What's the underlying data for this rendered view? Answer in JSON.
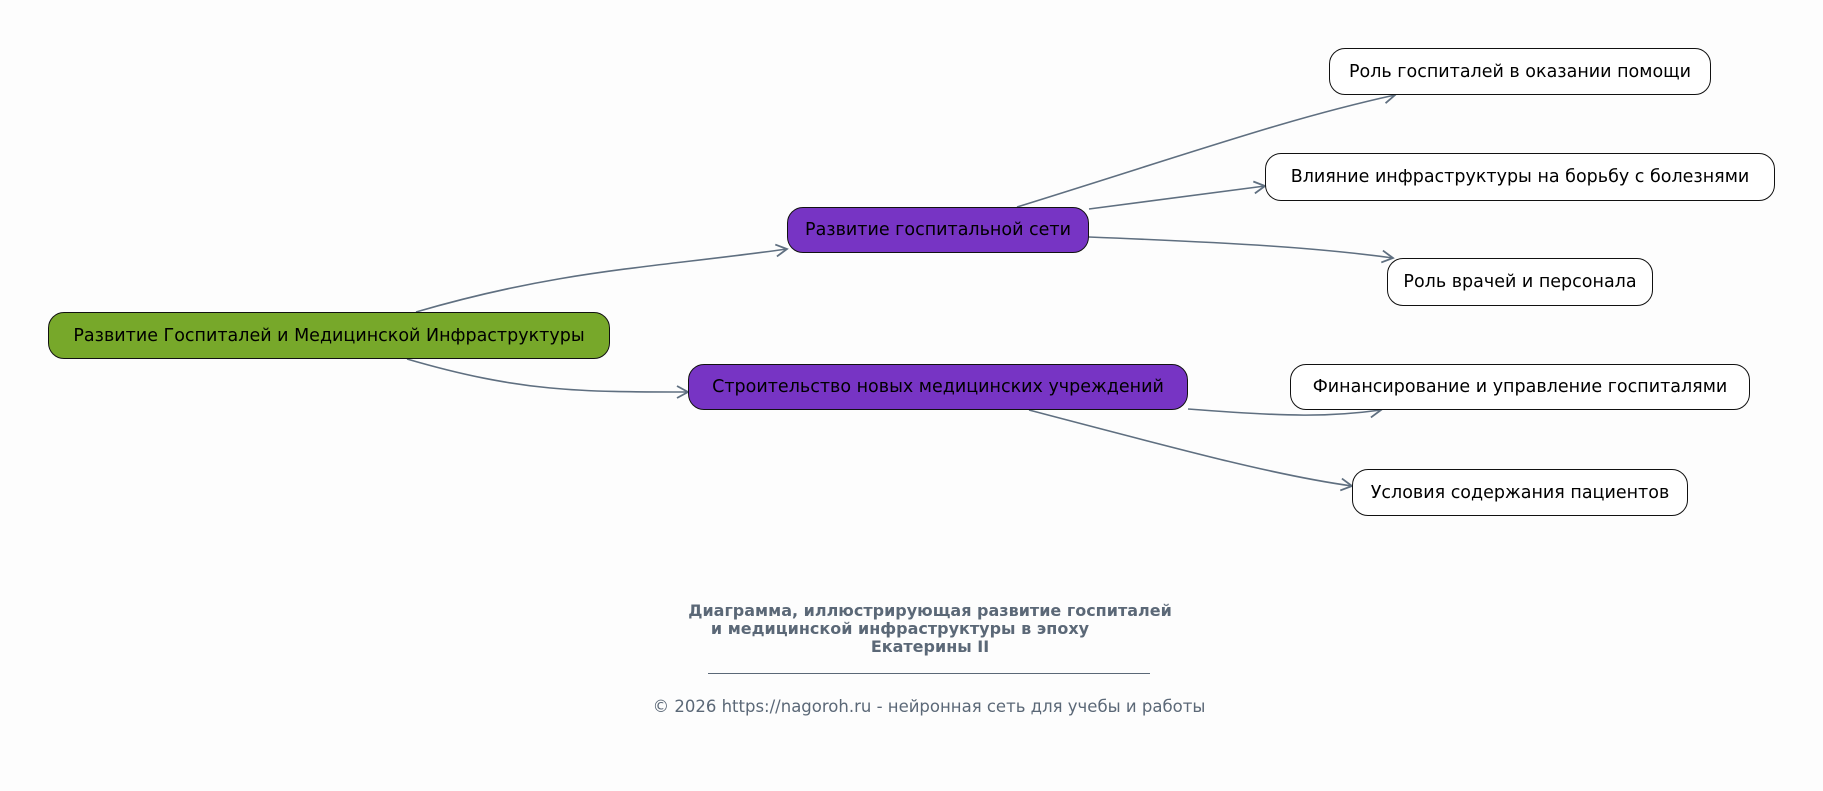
{
  "diagram": {
    "root": {
      "label": "Развитие Госпиталей и Медицинской Инфраструктуры"
    },
    "branches": [
      {
        "label": "Развитие госпитальной сети",
        "children": [
          "Роль госпиталей в оказании помощи",
          "Влияние инфраструктуры на борьбу с болезнями",
          "Роль врачей и персонала"
        ]
      },
      {
        "label": "Строительство новых медицинских учреждений",
        "children": [
          "Финансирование и управление госпиталями",
          "Условия содержания пациентов"
        ]
      }
    ]
  },
  "caption": {
    "lines": [
      "Диаграмма, иллюстрирующая развитие госпиталей",
      "и медицинской инфраструктуры в эпоху",
      "Екатерины II"
    ]
  },
  "footer": "© 2026 https://nagoroh.ru - нейронная сеть для учебы и работы",
  "colors": {
    "root": "#77a82a",
    "branch": "#7734c4",
    "leaf": "#ffffff",
    "edge": "#5f6f80",
    "caption": "#5b6877"
  }
}
